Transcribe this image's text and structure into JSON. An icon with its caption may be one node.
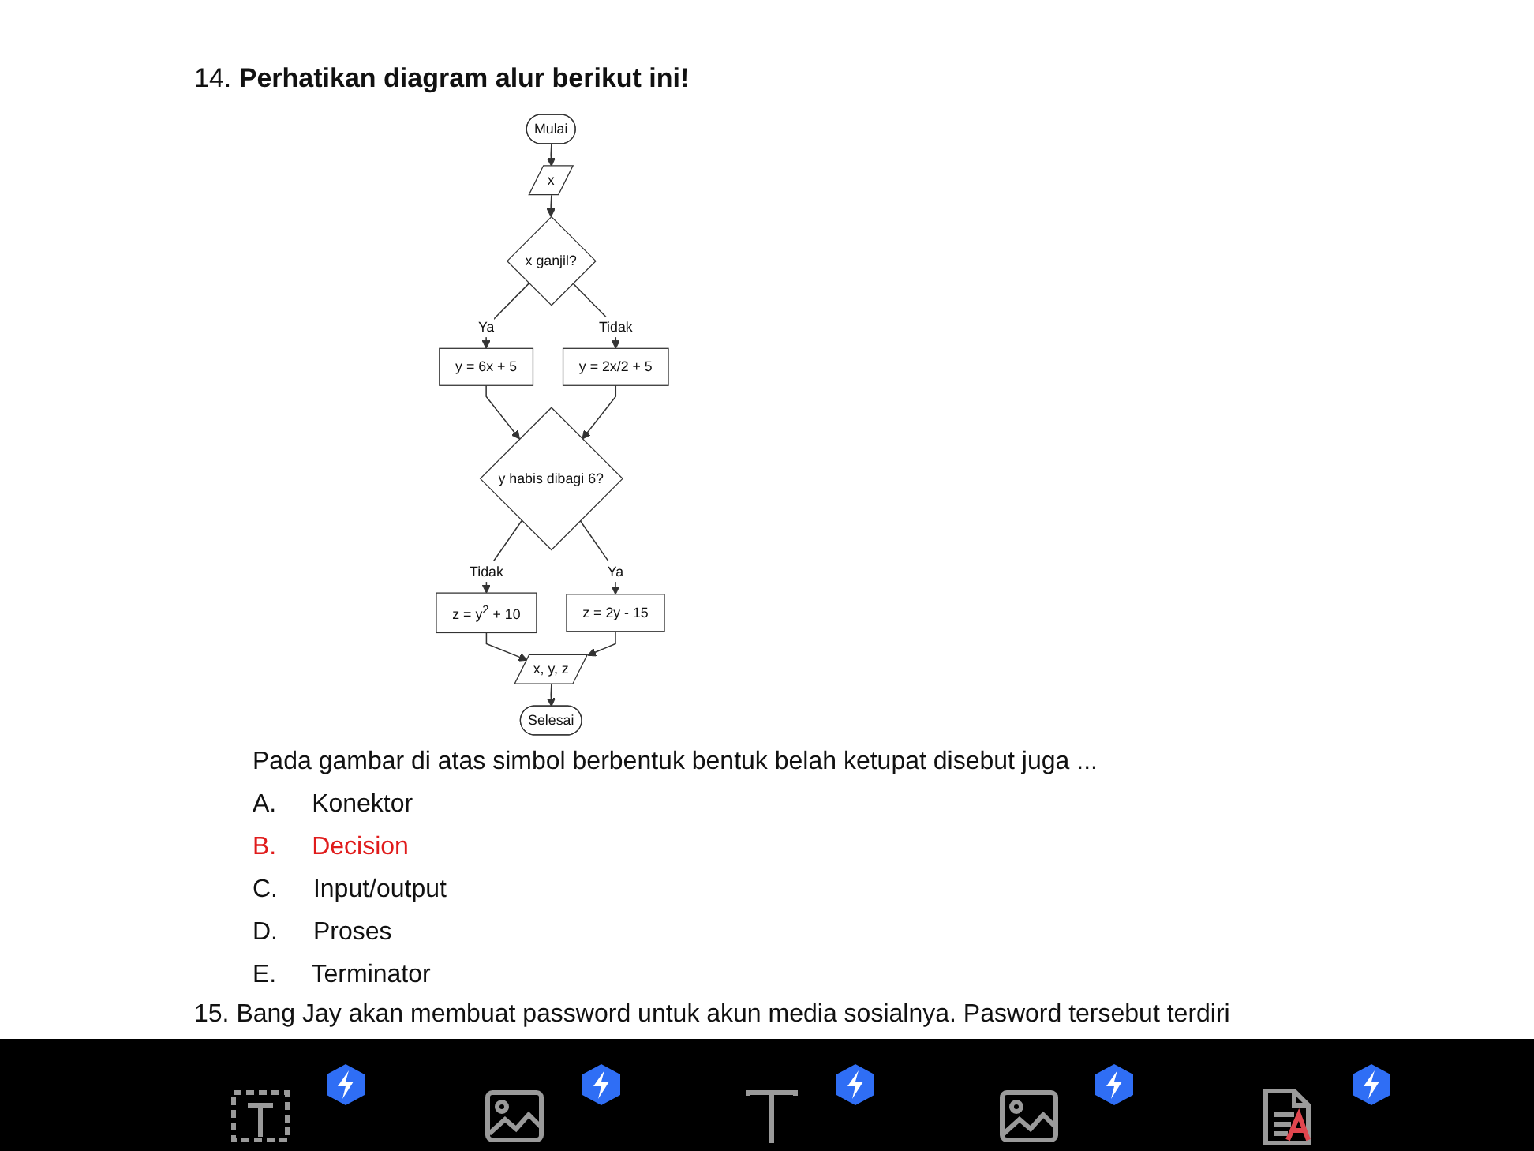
{
  "diagram": {
    "title": "14. **Perhatikan diagram alur berikut ini!**",
    "nodes": [
      {
        "text": [
          "Mulai"
        ]
      },
      {
        "text": [
          "x"
        ]
      },
      {
        "text": [
          "x ganjil?"
        ]
      },
      {
        "text": [
          "y = 6x + 5"
        ]
      },
      {
        "text": [
          "y = 2x/2 + 5"
        ]
      },
      {
        "text": [
          "y habis dibagi 6?"
        ]
      },
      {
        "text": [
          "z = y$^{2}$ + 10"
        ]
      },
      {
        "text": [
          "z = 2y - 15"
        ]
      },
      {
        "text": [
          "x, y, z"
        ]
      },
      {
        "text": [
          "Selesai"
        ]
      }
    ],
    "edges": [
      {
        "from": 0,
        "to": 1,
        "arrow": "to"
      },
      {
        "from": 1,
        "to": 2,
        "arrow": "to"
      },
      {
        "from": 2,
        "to": 3,
        "arrow": "to",
        "label": "Ya"
      },
      {
        "from": 2,
        "to": 4,
        "arrow": "to",
        "label": "Tidak"
      },
      {
        "from": 3,
        "to": 5,
        "arrow": "to"
      },
      {
        "from": 4,
        "to": 5,
        "arrow": "to"
      },
      {
        "from": 5,
        "to": 6,
        "arrow": "to",
        "label": "Tidak"
      },
      {
        "from": 5,
        "to": 7,
        "arrow": "to",
        "label": "Ya"
      },
      {
        "from": 6,
        "to": 8,
        "arrow": "to"
      },
      {
        "from": 7,
        "to": 8,
        "arrow": "to"
      },
      {
        "from": 8,
        "to": 9,
        "arrow": "to"
      }
    ],
    "labels": [
      "Pada gambar di atas simbol berbentuk bentuk belah ketupat disebut juga ...",
      "A. Konektor",
      "B. Decision",
      "C. Input/output",
      "D. Proses",
      "E. Terminator",
      "15. Bang Jay akan membuat password untuk akun media sosialnya. Pasword tersebut terdiri"
    ]
  }
}
